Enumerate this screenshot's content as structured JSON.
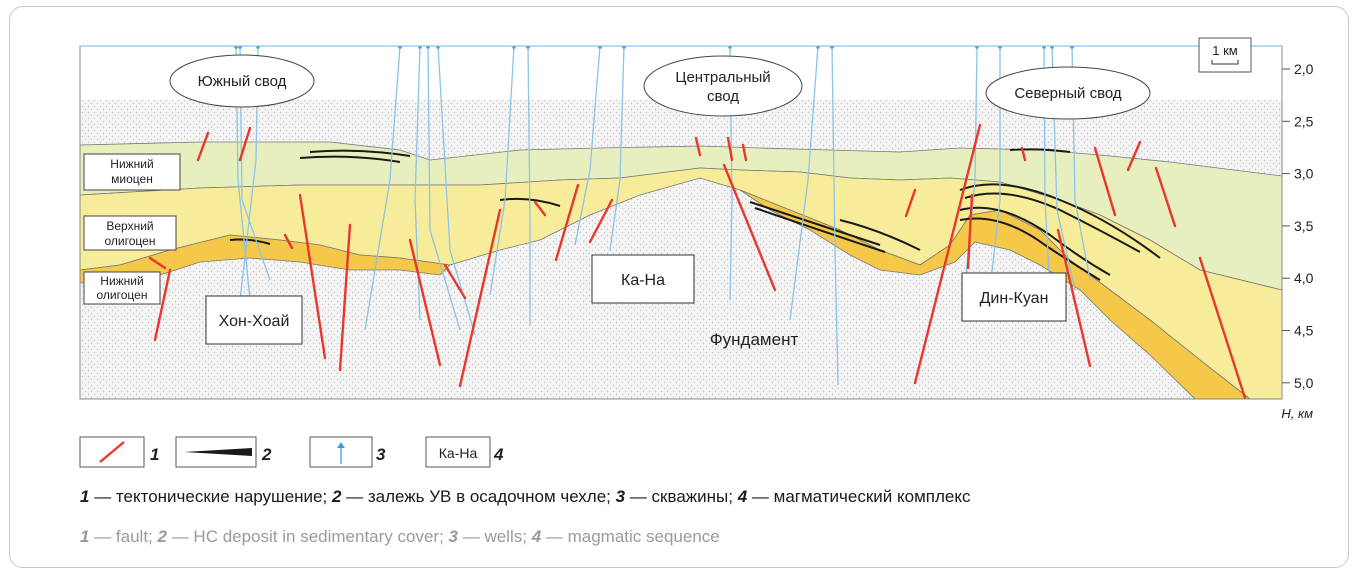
{
  "scale_bar_label": "1 км",
  "depth_ticks": [
    "2,0",
    "2,5",
    "3,0",
    "3,5",
    "4,0",
    "4,5",
    "5,0"
  ],
  "depth_axis_label": "Н, км",
  "domes": [
    "Южный свод",
    "Центральный свод",
    "Северный свод"
  ],
  "strata": [
    {
      "line1": "Нижний",
      "line2": "миоцен"
    },
    {
      "line1": "Верхний",
      "line2": "олигоцен"
    },
    {
      "line1": "Нижний",
      "line2": "олигоцен"
    }
  ],
  "magmatic_complexes": [
    "Хон-Хоай",
    "Ка-На",
    "Дин-Куан"
  ],
  "basement_label": "Фундамент",
  "legend": {
    "keys": [
      "1",
      "2",
      "3",
      "4"
    ],
    "magmatic_sample": "Ка-На",
    "ru": {
      "n1": "1",
      "t1": " — тектонические нарушение; ",
      "n2": "2",
      "t2": " — залежь УВ в осадочном чехле; ",
      "n3": "3",
      "t3": " — скважины; ",
      "n4": "4",
      "t4": " — магматический комплекс"
    },
    "en": {
      "n1": "1",
      "t1": " — fault; ",
      "n2": "2",
      "t2": " — HC deposit in sedimentary cover; ",
      "n3": "3",
      "t3": " — wells; ",
      "n4": "4",
      "t4": " — magmatic sequence"
    }
  },
  "colors": {
    "lower_miocene": "#e8efbf",
    "upper_oligocene": "#f7ec9a",
    "lower_oligocene": "#f5c84a",
    "basement": "#f2f2f2",
    "fault": "#e8382c",
    "well": "#8cc3e8"
  }
}
